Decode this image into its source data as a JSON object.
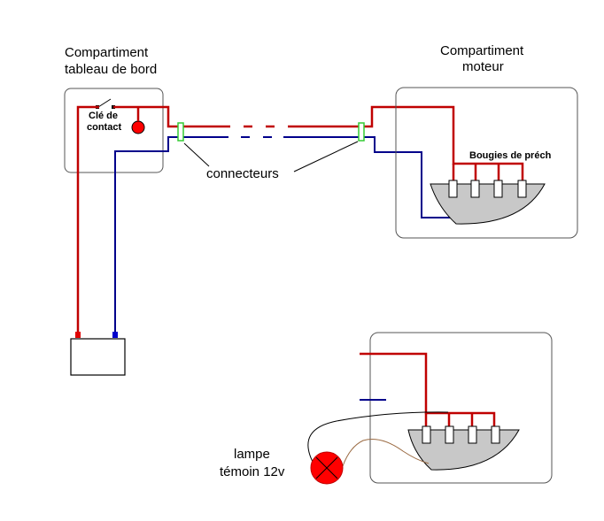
{
  "labels": {
    "dashboard_compartment": [
      "Compartiment",
      "tableau de bord"
    ],
    "engine_compartment": [
      "Compartiment",
      "moteur"
    ],
    "ignition_key": [
      "Clé de",
      "contact"
    ],
    "connectors": "connecteurs",
    "glow_plugs": "Bougies de préch",
    "test_lamp": [
      "lampe",
      "témoin 12v"
    ]
  },
  "colors": {
    "positive_wire": "#c00000",
    "negative_wire": "#00008b",
    "connector": "#33cc33",
    "engine_block": "#c8c8c8",
    "lamp": "#ff0000",
    "frame": "#000000",
    "box_border": "#555555",
    "test_lead": "#9b6b43"
  },
  "icons": {
    "battery": "battery-icon",
    "lamp": "indicator-lamp-icon",
    "switch": "ignition-switch-icon",
    "engine": "engine-block-icon"
  }
}
